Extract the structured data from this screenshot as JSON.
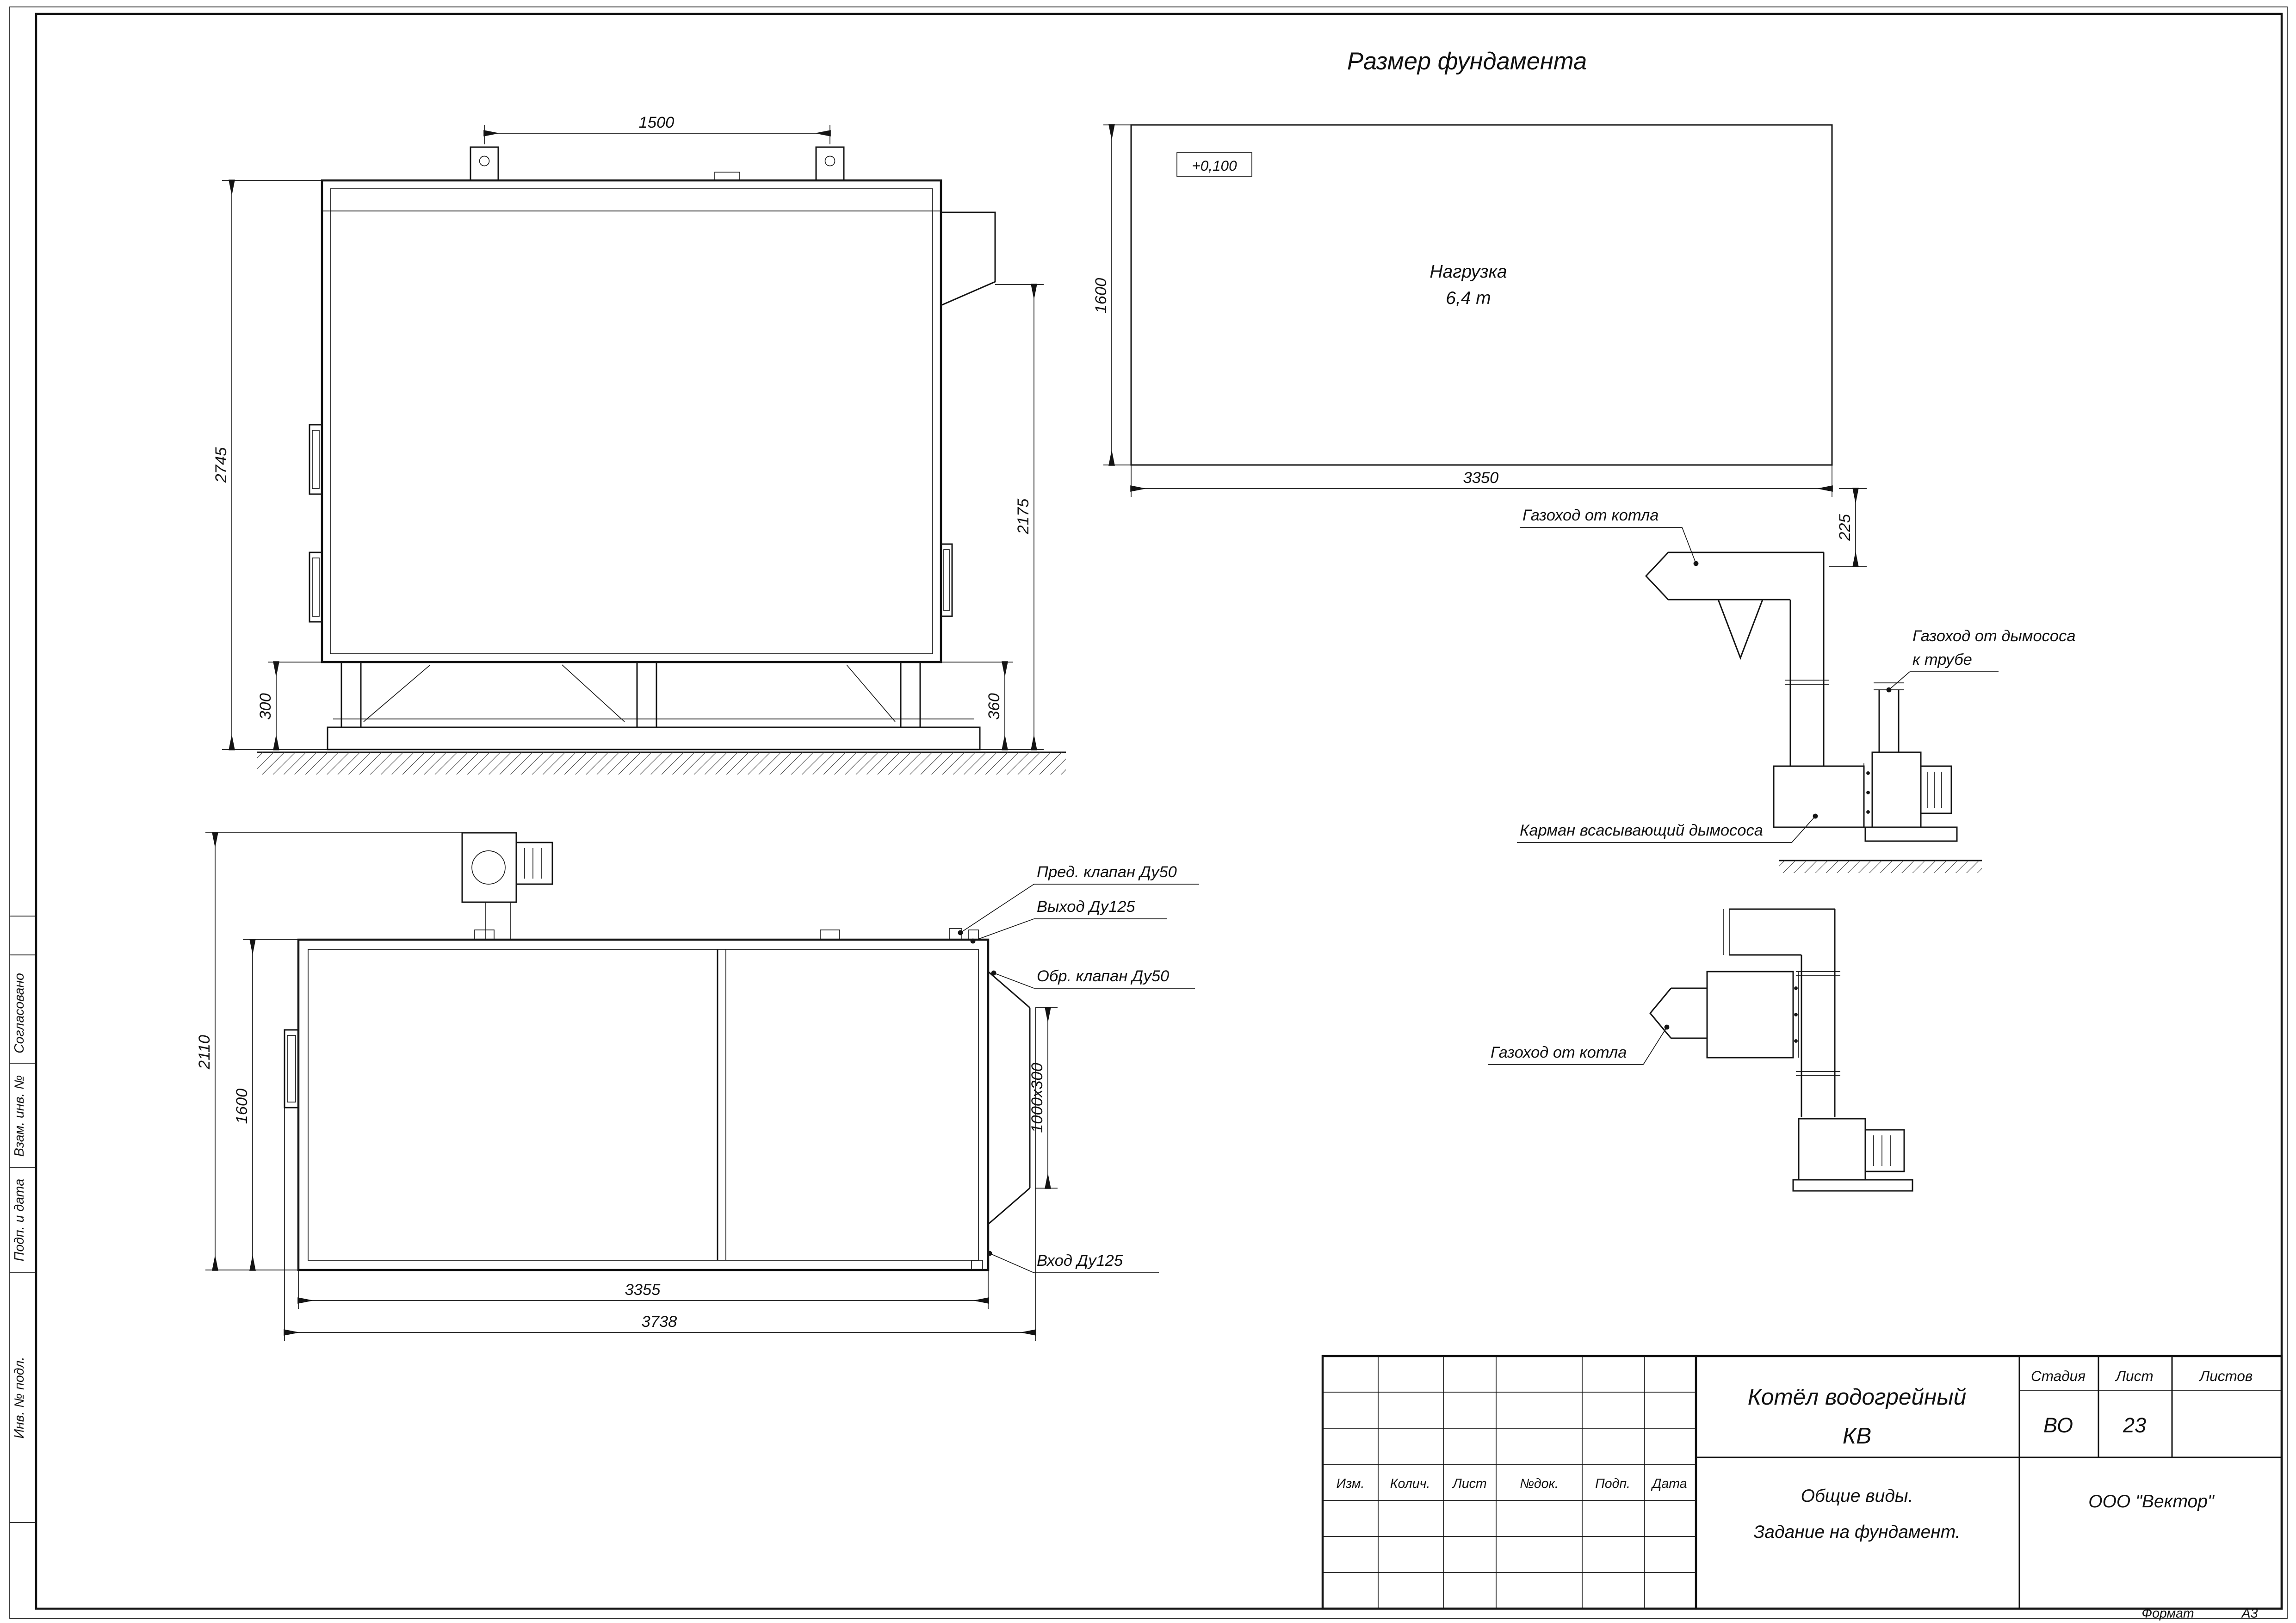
{
  "sheet": {
    "main_title": "Размер фундамента",
    "format_label": "Формат",
    "format_value": "А3"
  },
  "stamp_strip": {
    "labels": [
      "Согласовано",
      "Взам. инв. №",
      "Подп. и дата",
      "Инв. № подл."
    ]
  },
  "side_view": {
    "dim_top": "1500",
    "dim_height": "2745",
    "dim_right_height": "2175",
    "dim_support_left": "300",
    "dim_support_right": "360"
  },
  "foundation": {
    "elevation_mark": "+0,100",
    "load_line1": "Нагрузка",
    "load_line2": "6,4 т",
    "dim_width": "1600",
    "dim_length": "3350",
    "dim_duct_offset": "225"
  },
  "duct_upper": {
    "label_from_boiler": "Газоход от котла",
    "label_to_pipe_1": "Газоход от дымососа",
    "label_to_pipe_2": "к трубе",
    "label_pocket": "Карман всасывающий дымососа"
  },
  "duct_lower": {
    "label_from_boiler": "Газоход от котла"
  },
  "plan_view": {
    "label_safety_valve": "Пред. клапан Ду50",
    "label_outlet": "Выход Ду125",
    "label_check_valve": "Обр. клапан Ду50",
    "label_inlet": "Вход Ду125",
    "dim_overall_width": "2110",
    "dim_width": "1600",
    "dim_length": "3355",
    "dim_overall_length": "3738",
    "dim_duct": "1000x300"
  },
  "title_block": {
    "rev_headers": [
      "Изм.",
      "Колич.",
      "Лист",
      "№док.",
      "Подп.",
      "Дата"
    ],
    "doc_name_1": "Котёл водогрейный",
    "doc_name_2": "КВ",
    "stage_label": "Стадия",
    "sheet_label": "Лист",
    "sheets_label": "Листов",
    "stage_value": "ВО",
    "sheet_value": "23",
    "subtitle_1": "Общие виды.",
    "subtitle_2": "Задание на фундамент.",
    "company": "ООО \"Вектор\""
  }
}
